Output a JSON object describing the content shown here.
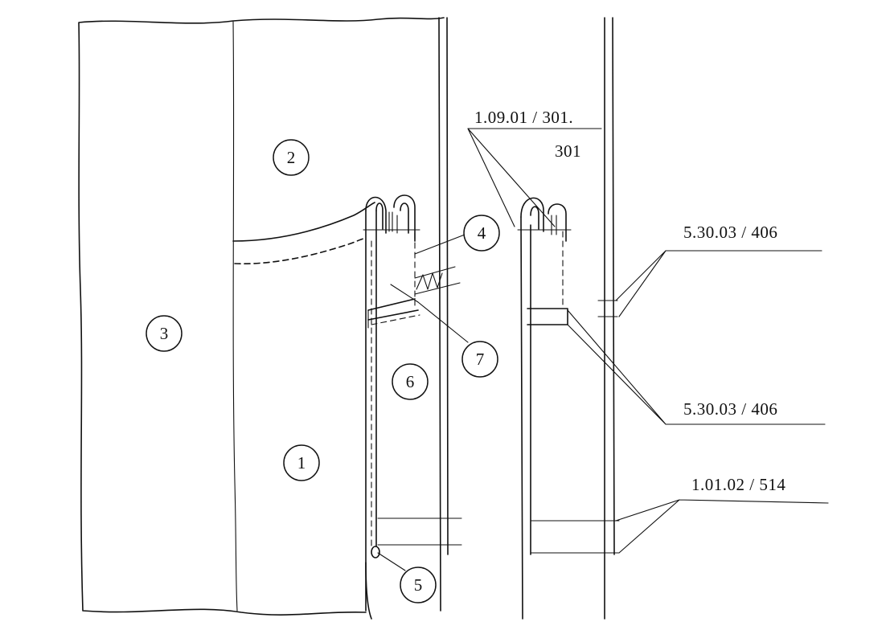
{
  "callouts": {
    "c1": "1",
    "c2": "2",
    "c3": "3",
    "c4": "4",
    "c5": "5",
    "c6": "6",
    "c7": "7"
  },
  "refs": {
    "r1_top": "1.09.01 / 301.",
    "r1_bottom": "301",
    "r2": "5.30.03 / 406",
    "r3": "5.30.03 / 406",
    "r4": "1.01.02 / 514"
  }
}
